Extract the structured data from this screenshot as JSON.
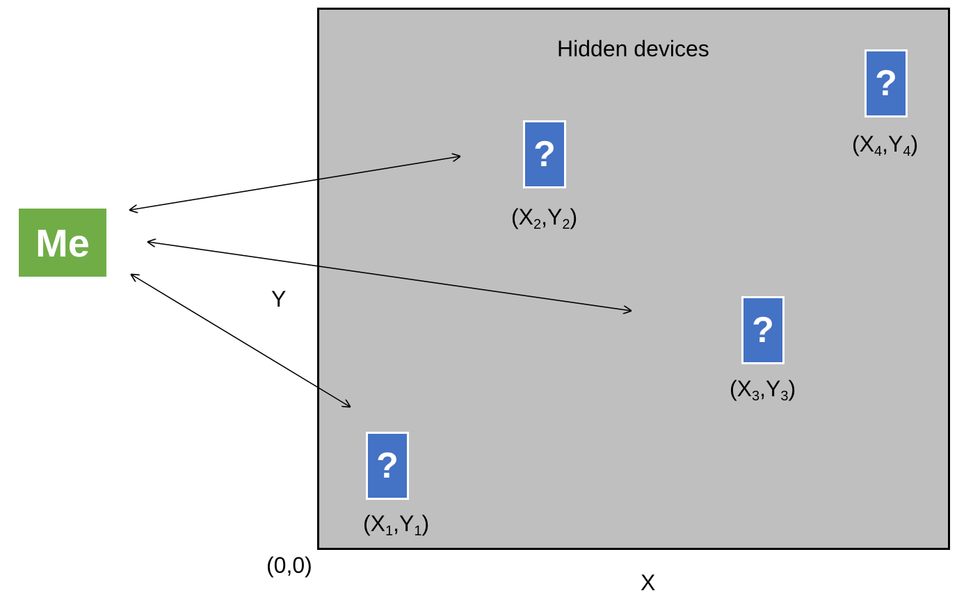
{
  "area_title": "Hidden devices",
  "me_label": "Me",
  "axis": {
    "x_label": "X",
    "y_label": "Y",
    "origin_label": "(0,0)"
  },
  "devices": [
    {
      "symbol": "?",
      "x_var": "X",
      "x_sub": "1",
      "y_var": "Y",
      "y_sub": "1"
    },
    {
      "symbol": "?",
      "x_var": "X",
      "x_sub": "2",
      "y_var": "Y",
      "y_sub": "2"
    },
    {
      "symbol": "?",
      "x_var": "X",
      "x_sub": "3",
      "y_var": "Y",
      "y_sub": "3"
    },
    {
      "symbol": "?",
      "x_var": "X",
      "x_sub": "4",
      "y_var": "Y",
      "y_sub": "4"
    }
  ],
  "colors": {
    "area": "#bfbfbf",
    "me": "#70ad47",
    "device": "#4472c4"
  }
}
